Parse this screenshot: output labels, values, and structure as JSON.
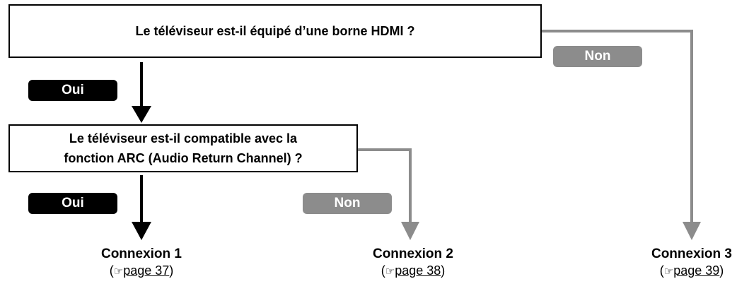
{
  "question1": "Le téléviseur est-il équipé d’une borne HDMI ?",
  "question2_lines": [
    "Le téléviseur est-il compatible avec la",
    "fonction ARC (Audio Return Channel) ?"
  ],
  "labels": {
    "yes": "Oui",
    "no": "Non"
  },
  "results": [
    {
      "title": "Connexion 1",
      "open": "(",
      "icon": "☞",
      "link": "page 37",
      "close": ")"
    },
    {
      "title": "Connexion 2",
      "open": "(",
      "icon": "☞",
      "link": "page 38",
      "close": ")"
    },
    {
      "title": "Connexion 3",
      "open": "(",
      "icon": "☞",
      "link": "page 39",
      "close": ")"
    }
  ],
  "colors": {
    "yes_path": "#000000",
    "no_path": "#8c8c8c",
    "box_border": "#000000"
  }
}
